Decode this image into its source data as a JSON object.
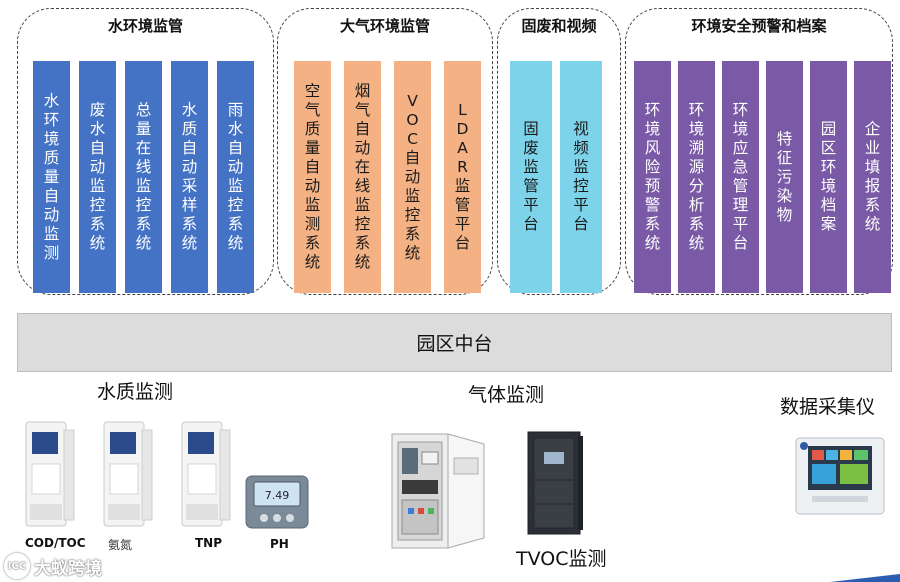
{
  "groups": [
    {
      "title": "水环境监管",
      "items": [
        "水环境质量自动监测",
        "废水自动监控系统",
        "总量在线监控系统",
        "水质自动采样系统",
        "雨水自动监控系统"
      ]
    },
    {
      "title": "大气环境监管",
      "items": [
        "空气质量自动监测系统",
        "烟气自动在线监控系统",
        "VOC自动监控系统",
        "LDAR监管平台"
      ]
    },
    {
      "title": "固废和视频",
      "items": [
        "固废监管平台",
        "视频监控平台"
      ]
    },
    {
      "title": "环境安全预警和档案",
      "items": [
        "环境风险预警系统",
        "环境溯源分析系统",
        "环境应急管理平台",
        "特征污染物",
        "园区环境档案",
        "企业填报系统"
      ]
    }
  ],
  "platform": {
    "label": "园区中台"
  },
  "sections": {
    "water": "水质监测",
    "gas": "气体监测",
    "collector": "数据采集仪",
    "tvoc": "TVOC监测"
  },
  "device_captions": [
    "COD/TOC",
    "氨氮",
    "TNP",
    "PH"
  ],
  "ph_display": "7.49",
  "watermark": {
    "text": "大蚁跨境",
    "logo": "ICC"
  },
  "colors": {
    "water": "#4472c4",
    "air": "#f4b183",
    "waste": "#7dd3ea",
    "safety": "#7a5aa6",
    "platform": "#dcdcdc"
  }
}
